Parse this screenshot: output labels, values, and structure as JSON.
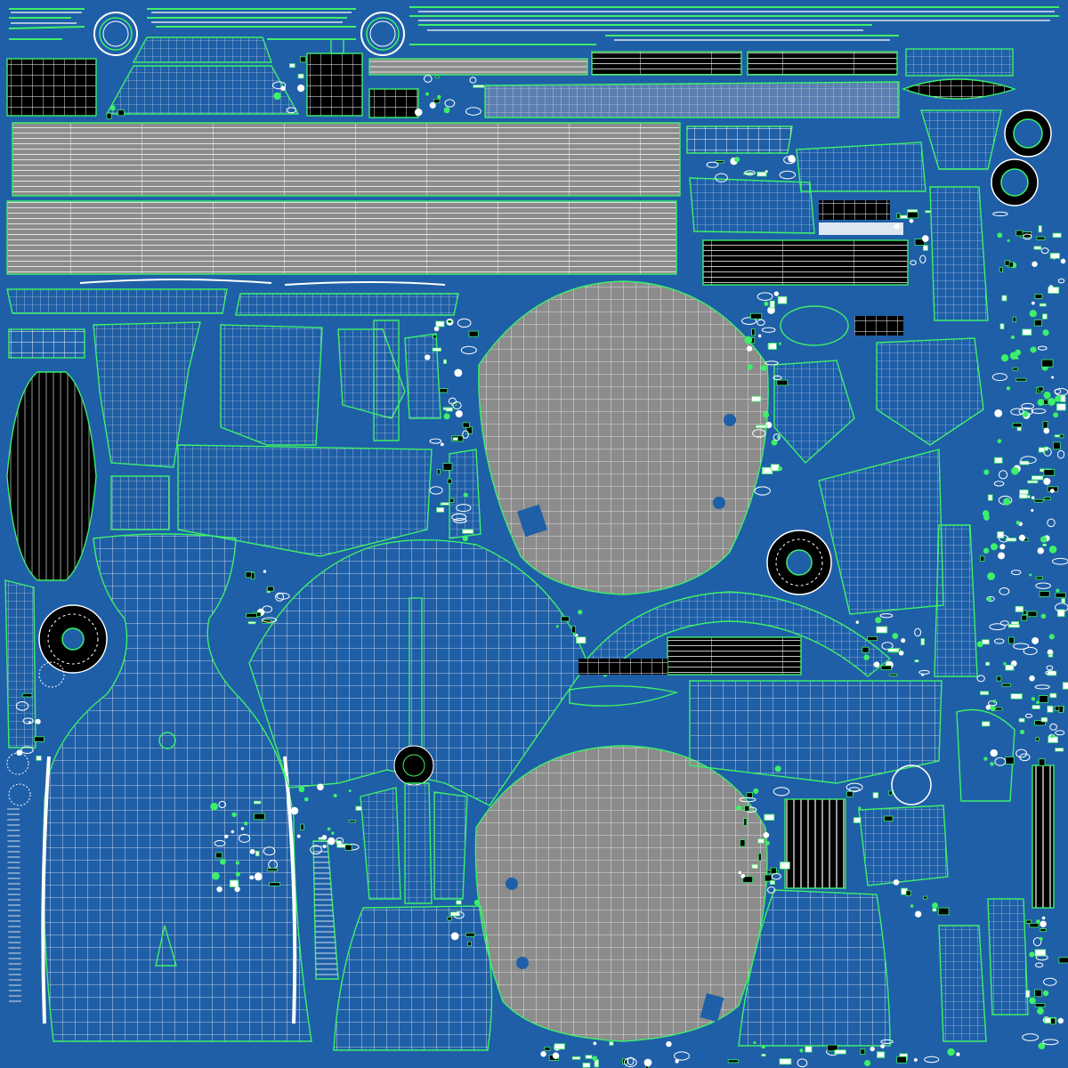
{
  "uv_layout": {
    "background_color": "#1f5fa7",
    "wireframe_color": "#ffffff",
    "seam_color": "#3cf06a",
    "grey_island_color": "#8c8c8c",
    "dark_island_color": "#000000",
    "islands": [
      {
        "name": "uv-island-top-strip-a",
        "shade": "grey"
      },
      {
        "name": "uv-island-top-strip-b",
        "shade": "grey"
      },
      {
        "name": "uv-island-dome-upper",
        "shade": "grey"
      },
      {
        "name": "uv-island-dome-lower",
        "shade": "grey"
      },
      {
        "name": "uv-island-black-pod",
        "shade": "dark"
      },
      {
        "name": "uv-island-black-grid-topleft",
        "shade": "dark"
      },
      {
        "name": "uv-island-black-block-top",
        "shade": "dark"
      },
      {
        "name": "uv-island-black-panel-right",
        "shade": "dark"
      },
      {
        "name": "uv-island-black-stripes-lower",
        "shade": "dark"
      },
      {
        "name": "uv-island-body-left",
        "shade": "blue"
      },
      {
        "name": "uv-island-fan-center",
        "shade": "blue"
      },
      {
        "name": "uv-island-skirt-lower-center",
        "shade": "blue"
      },
      {
        "name": "uv-island-skirt-lower-right",
        "shade": "blue"
      },
      {
        "name": "uv-island-panel-mid-right",
        "shade": "blue"
      },
      {
        "name": "uv-island-arc-mid",
        "shade": "blue"
      }
    ]
  }
}
